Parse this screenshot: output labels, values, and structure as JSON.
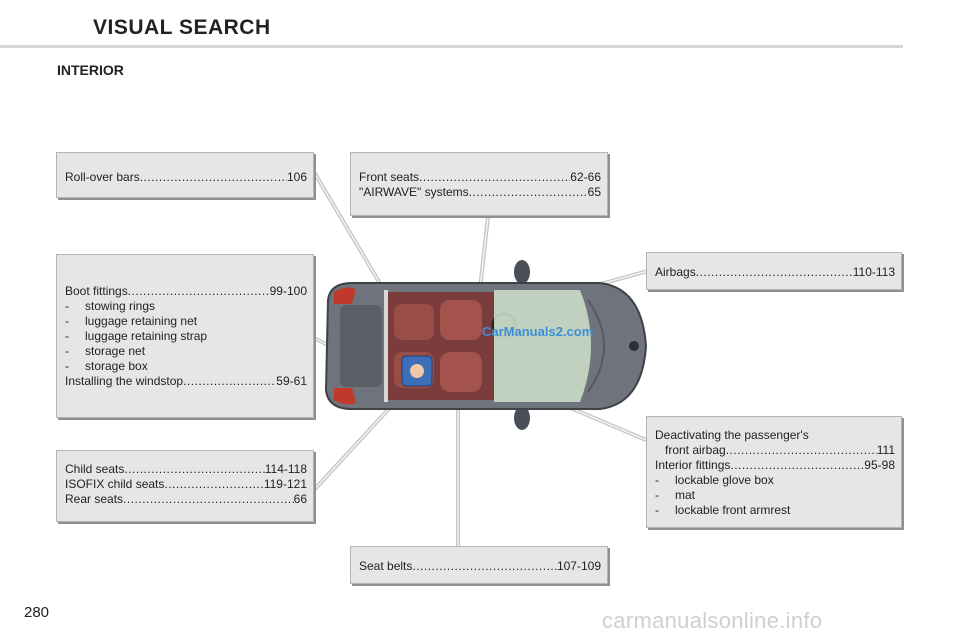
{
  "header": {
    "title": "VISUAL SEARCH",
    "section": "INTERIOR"
  },
  "page_number": "280",
  "footer_watermark": "carmanualsonline.info",
  "image_watermark": "CarManuals2.com",
  "boxes": {
    "rollover": {
      "rows": [
        {
          "label": "Roll-over bars",
          "page": "106"
        }
      ]
    },
    "front_seats": {
      "rows": [
        {
          "label": "Front seats",
          "page": "62-66"
        },
        {
          "label": "\"AIRWAVE\" systems",
          "page": "65"
        }
      ]
    },
    "airbags": {
      "rows": [
        {
          "label": "Airbags",
          "page": "110-113"
        }
      ]
    },
    "boot": {
      "main": {
        "label": "Boot fittings",
        "page": "99-100"
      },
      "items": [
        "stowing rings",
        "luggage retaining net",
        "luggage retaining strap",
        "storage net",
        "storage box"
      ],
      "extra": {
        "label": "Installing the windstop",
        "page": "59-61"
      }
    },
    "child": {
      "rows": [
        {
          "label": "Child seats",
          "page": "114-118"
        },
        {
          "label": "ISOFIX child seats",
          "page": "119-121"
        },
        {
          "label": "Rear seats",
          "page": "66"
        }
      ]
    },
    "deactivating": {
      "line1": "Deactivating the passenger's",
      "line2": {
        "label": "front airbag",
        "page": "111"
      },
      "interior": {
        "label": "Interior fittings",
        "page": "95-98"
      },
      "items": [
        "lockable glove box",
        "mat",
        "lockable front armrest"
      ]
    },
    "seatbelts": {
      "rows": [
        {
          "label": "Seat belts",
          "page": "107-109"
        }
      ]
    }
  },
  "dash_char": "-"
}
